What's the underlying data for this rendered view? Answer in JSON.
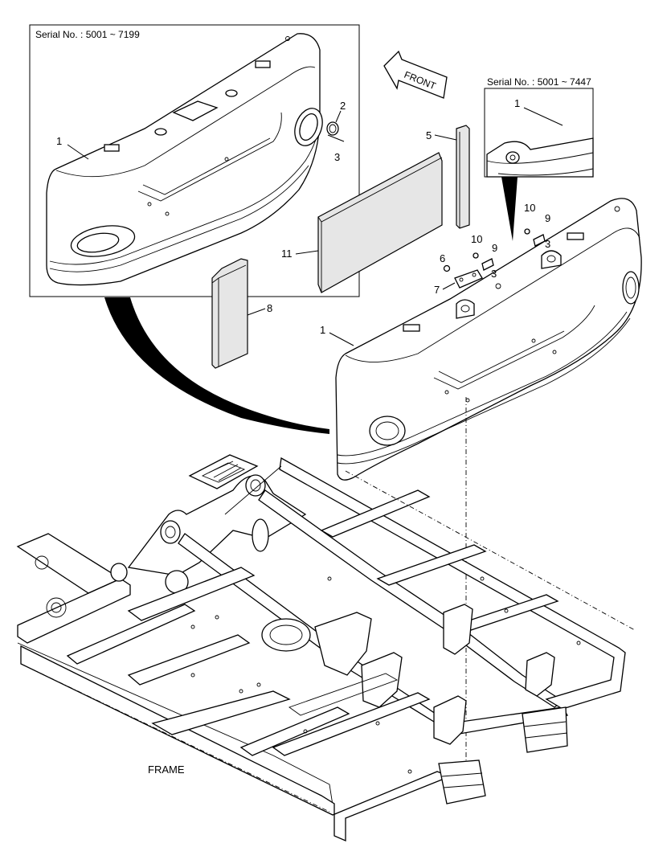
{
  "inset_left": {
    "serial": "Serial No. : 5001 ~ 7199"
  },
  "inset_right": {
    "serial": "Serial No. : 5001 ~ 7447"
  },
  "front_arrow": "FRONT",
  "frame_label": "FRAME",
  "callouts": {
    "inset_left_1": "1",
    "inset_left_2": "2",
    "inset_left_3": "3",
    "inset_right_1": "1",
    "main_1": "1",
    "p5": "5",
    "p6": "6",
    "p7": "7",
    "p8": "8",
    "p9a": "9",
    "p9b": "9",
    "p10a": "10",
    "p10b": "10",
    "p11": "11",
    "p3a": "3",
    "p3b": "3"
  }
}
